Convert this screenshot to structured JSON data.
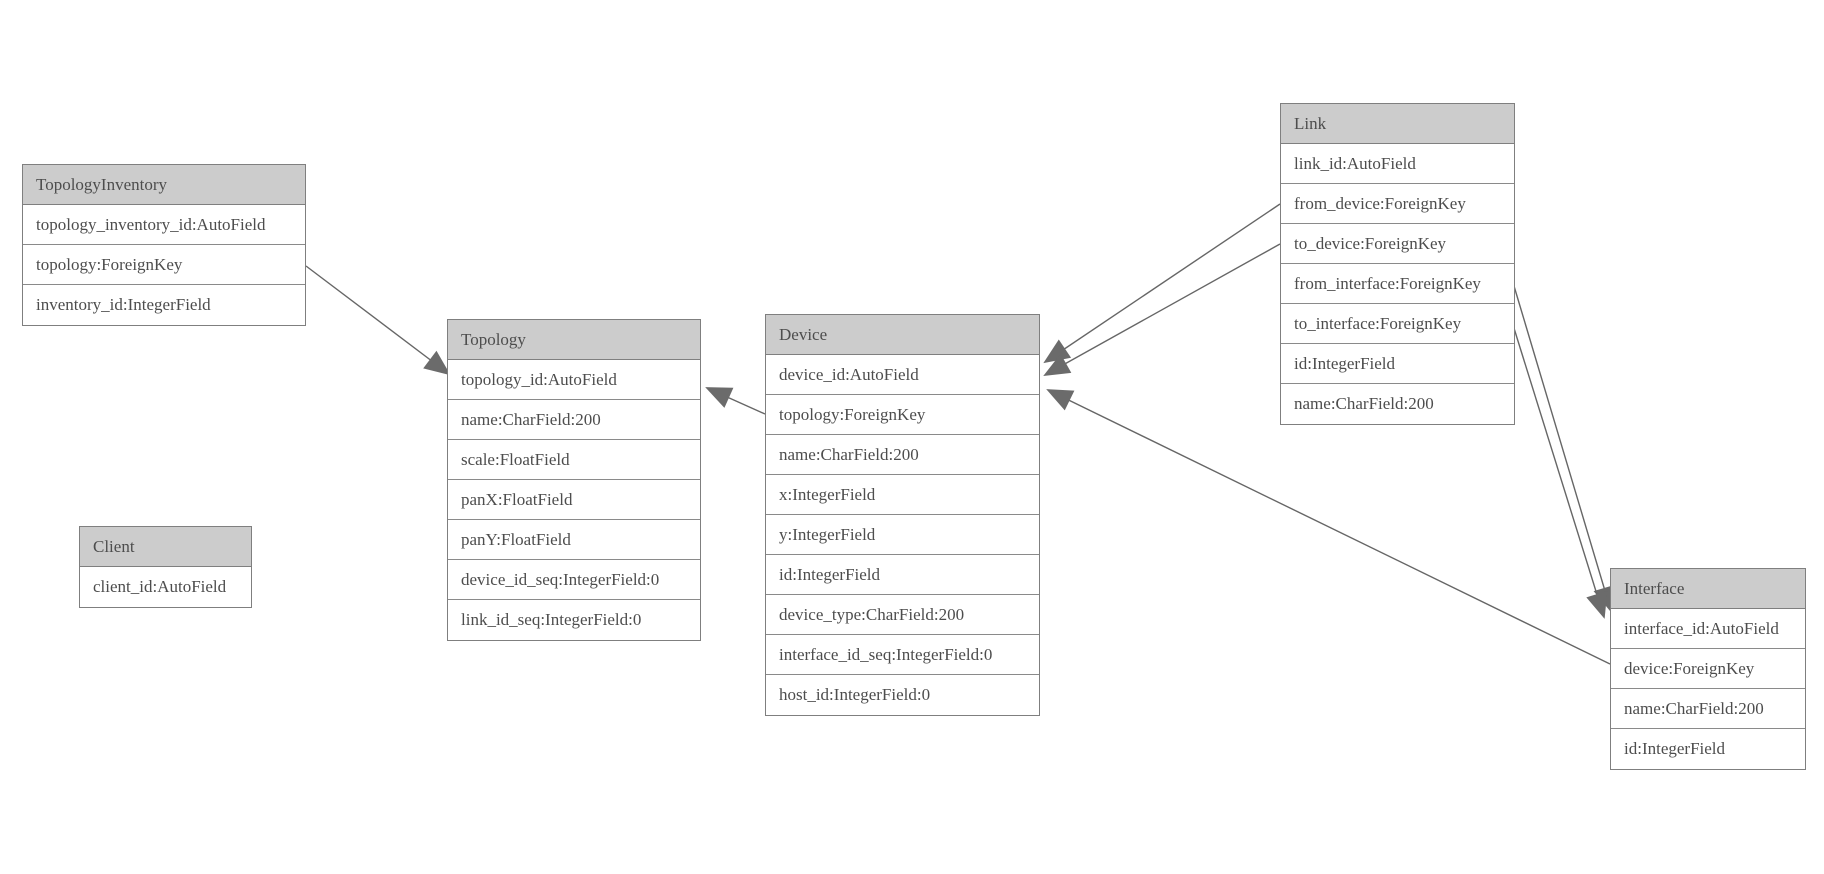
{
  "diagram": {
    "colors": {
      "header_fill": "#cccccc",
      "row_fill": "#ffffff",
      "border": "#7f7f7f",
      "text": "#4d4d4d",
      "edge_stroke": "#666666",
      "arrow_fill": "#6b6b6b",
      "background": "#ffffff"
    },
    "entities": [
      {
        "title": "TopologyInventory",
        "fields": [
          "topology_inventory_id:AutoField",
          "topology:ForeignKey",
          "inventory_id:IntegerField"
        ]
      },
      {
        "title": "Topology",
        "fields": [
          "topology_id:AutoField",
          "name:CharField:200",
          "scale:FloatField",
          "panX:FloatField",
          "panY:FloatField",
          "device_id_seq:IntegerField:0",
          "link_id_seq:IntegerField:0"
        ]
      },
      {
        "title": "Client",
        "fields": [
          "client_id:AutoField"
        ]
      },
      {
        "title": "Device",
        "fields": [
          "device_id:AutoField",
          "topology:ForeignKey",
          "name:CharField:200",
          "x:IntegerField",
          "y:IntegerField",
          "id:IntegerField",
          "device_type:CharField:200",
          "interface_id_seq:IntegerField:0",
          "host_id:IntegerField:0"
        ]
      },
      {
        "title": "Link",
        "fields": [
          "link_id:AutoField",
          "from_device:ForeignKey",
          "to_device:ForeignKey",
          "from_interface:ForeignKey",
          "to_interface:ForeignKey",
          "id:IntegerField",
          "name:CharField:200"
        ]
      },
      {
        "title": "Interface",
        "fields": [
          "interface_id:AutoField",
          "device:ForeignKey",
          "name:CharField:200",
          "id:IntegerField"
        ]
      }
    ],
    "relationships": [
      {
        "from": "TopologyInventory.topology",
        "to": "Topology"
      },
      {
        "from": "Device.topology",
        "to": "Topology"
      },
      {
        "from": "Link.from_device",
        "to": "Device"
      },
      {
        "from": "Link.to_device",
        "to": "Device"
      },
      {
        "from": "Link.from_interface",
        "to": "Interface"
      },
      {
        "from": "Link.to_interface",
        "to": "Interface"
      },
      {
        "from": "Interface.device",
        "to": "Device"
      }
    ]
  }
}
